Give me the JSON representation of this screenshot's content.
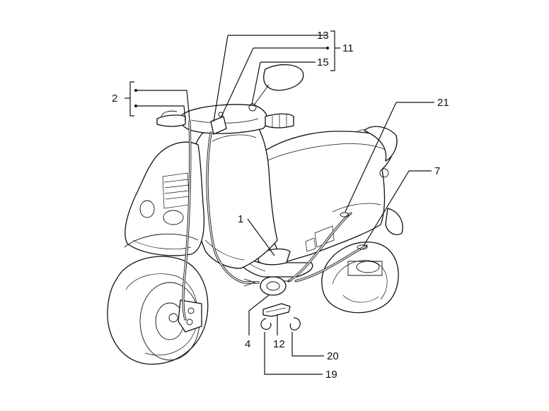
{
  "diagram": {
    "callouts": [
      {
        "id": "c13",
        "label": "13"
      },
      {
        "id": "c11",
        "label": "11"
      },
      {
        "id": "c15",
        "label": "15"
      },
      {
        "id": "c2",
        "label": "2"
      },
      {
        "id": "c21",
        "label": "21"
      },
      {
        "id": "c7",
        "label": "7"
      },
      {
        "id": "c1",
        "label": "1"
      },
      {
        "id": "c4",
        "label": "4"
      },
      {
        "id": "c12",
        "label": "12"
      },
      {
        "id": "c20",
        "label": "20"
      },
      {
        "id": "c19",
        "label": "19"
      }
    ]
  }
}
